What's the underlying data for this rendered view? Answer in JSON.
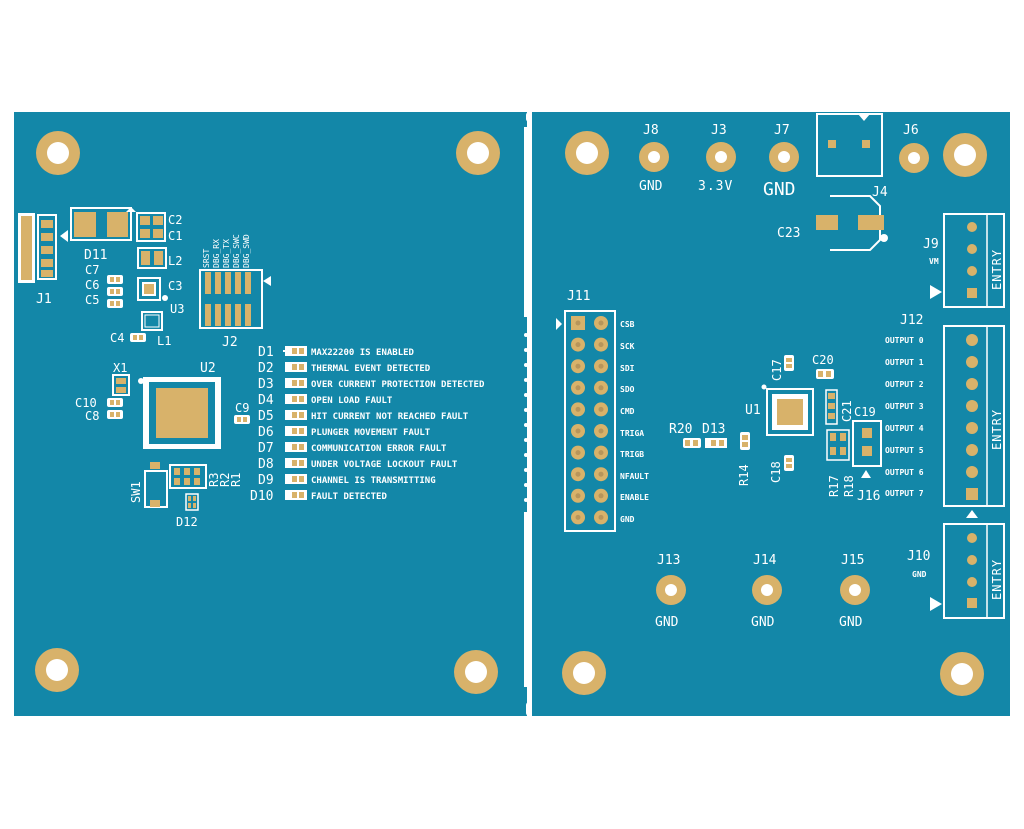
{
  "colors": {
    "board": "#1387a8",
    "board_edge": "#0f7796",
    "silkscreen": "#ffffff",
    "gold": "#d8b26a",
    "background": "#ffffff"
  },
  "left_panel": {
    "refs": {
      "j1": "J1",
      "d11": "D11",
      "c1": "C1",
      "c2": "C2",
      "c3": "C3",
      "c4": "C4",
      "c5": "C5",
      "c6": "C6",
      "c7": "C7",
      "c8": "C8",
      "c9": "C9",
      "c10": "C10",
      "l1": "L1",
      "l2": "L2",
      "u2": "U2",
      "u3": "U3",
      "x1": "X1",
      "j2": "J2",
      "sw1": "SW1",
      "r1": "R1",
      "r2": "R2",
      "r3": "R3",
      "d12": "D12"
    },
    "j2_pins": [
      "SRST",
      "DBG_RX",
      "DBG_TX",
      "DBG_SWC",
      "DBG_SWD"
    ],
    "leds": [
      {
        "ref": "D1",
        "label": "MAX22200 IS ENABLED"
      },
      {
        "ref": "D2",
        "label": "THERMAL EVENT DETECTED"
      },
      {
        "ref": "D3",
        "label": "OVER CURRENT PROTECTION DETECTED"
      },
      {
        "ref": "D4",
        "label": "OPEN LOAD FAULT"
      },
      {
        "ref": "D5",
        "label": "HIT CURRENT NOT REACHED FAULT"
      },
      {
        "ref": "D6",
        "label": "PLUNGER MOVEMENT FAULT"
      },
      {
        "ref": "D7",
        "label": "COMMUNICATION ERROR FAULT"
      },
      {
        "ref": "D8",
        "label": "UNDER VOLTAGE LOCKOUT FAULT"
      },
      {
        "ref": "D9",
        "label": "CHANNEL IS TRANSMITTING"
      },
      {
        "ref": "D10",
        "label": "FAULT DETECTED"
      }
    ]
  },
  "right_panel": {
    "top_connectors": [
      {
        "ref": "J8",
        "label": "GND"
      },
      {
        "ref": "J3",
        "label": "3.3V"
      },
      {
        "ref": "J7",
        "label": "GND"
      }
    ],
    "refs": {
      "j6": "J6",
      "j4": "J4",
      "c23": "C23",
      "j9": "J9",
      "j9_sub": "VM",
      "j11": "J11",
      "j12": "J12",
      "j10": "J10",
      "j10_sub": "GND",
      "j16": "J16",
      "u1": "U1",
      "c17": "C17",
      "c18": "C18",
      "c19": "C19",
      "c20": "C20",
      "c21": "C21",
      "r14": "R14",
      "r17": "R17",
      "r18": "R18",
      "r20": "R20",
      "d13": "D13"
    },
    "entry": "ENTRY",
    "j11_signals": [
      "CSB",
      "SCK",
      "SDI",
      "SDO",
      "CMD",
      "TRIGA",
      "TRIGB",
      "NFAULT",
      "ENABLE",
      "GND"
    ],
    "outputs": [
      "OUTPUT 0",
      "OUTPUT 1",
      "OUTPUT 2",
      "OUTPUT 3",
      "OUTPUT 4",
      "OUTPUT 5",
      "OUTPUT 6",
      "OUTPUT 7"
    ],
    "bottom_connectors": [
      {
        "ref": "J13",
        "label": "GND"
      },
      {
        "ref": "J14",
        "label": "GND"
      },
      {
        "ref": "J15",
        "label": "GND"
      }
    ]
  }
}
